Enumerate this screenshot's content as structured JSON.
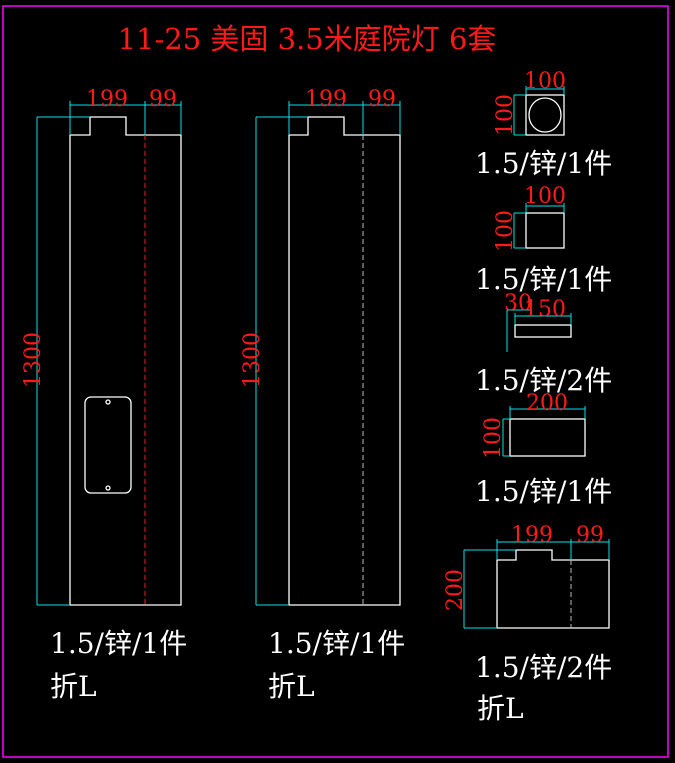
{
  "title": "11-25 美固 3.5米庭院灯 6套",
  "colors": {
    "border": "#ff00ff",
    "dimension_text": "#ff1a1a",
    "dimension_line": "#00e5e5",
    "outline": "#ffffff"
  },
  "parts": [
    {
      "dims": [
        "199",
        "99",
        "1300"
      ],
      "spec": "1.5/锌/1件",
      "note": "折L"
    },
    {
      "dims": [
        "199",
        "99",
        "1300"
      ],
      "spec": "1.5/锌/1件",
      "note": "折L"
    },
    {
      "dims": [
        "100",
        "100"
      ],
      "spec": "1.5/锌/1件"
    },
    {
      "dims": [
        "100",
        "100"
      ],
      "spec": "1.5/锌/1件"
    },
    {
      "dims": [
        "30",
        "150"
      ],
      "spec": "1.5/锌/2件"
    },
    {
      "dims": [
        "200",
        "100"
      ],
      "spec": "1.5/锌/1件"
    },
    {
      "dims": [
        "199",
        "99",
        "200"
      ],
      "spec": "1.5/锌/2件",
      "note": "折L"
    }
  ]
}
